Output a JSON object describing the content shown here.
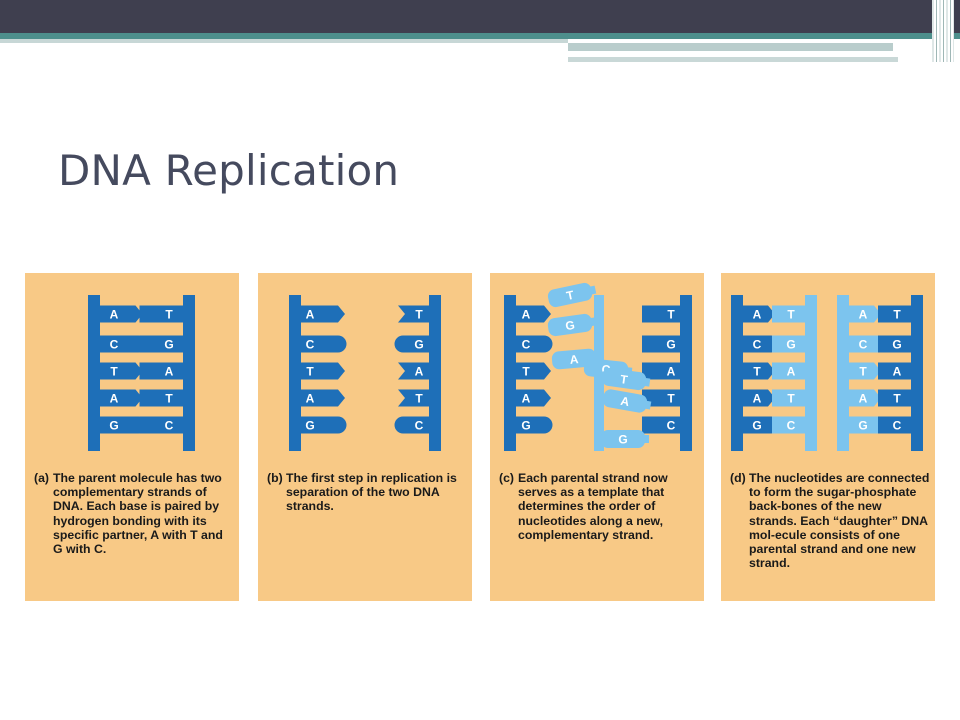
{
  "slide": {
    "title": "DNA Replication"
  },
  "panels": [
    {
      "tag": "(a)",
      "caption": "The parent molecule has two complementary strands of DNA. Each base is paired by hydrogen bonding with its specific partner, A with T and G with C.",
      "left_bases": [
        "A",
        "C",
        "T",
        "A",
        "G"
      ],
      "right_bases": [
        "T",
        "G",
        "A",
        "T",
        "C"
      ]
    },
    {
      "tag": "(b)",
      "caption": "The first step in replication is separation of the two DNA strands.",
      "left_bases": [
        "A",
        "C",
        "T",
        "A",
        "G"
      ],
      "right_bases": [
        "T",
        "G",
        "A",
        "T",
        "C"
      ]
    },
    {
      "tag": "(c)",
      "caption": "Each parental strand now serves as a template that determines the order of nucleotides along a new, complementary strand.",
      "left_bases": [
        "A",
        "C",
        "T",
        "A",
        "G"
      ],
      "right_bases": [
        "T",
        "G",
        "A",
        "T",
        "C"
      ],
      "free_nucleotides": [
        "T",
        "G",
        "A",
        "C",
        "T",
        "A",
        "G"
      ]
    },
    {
      "tag": "(d)",
      "caption": "The nucleotides are connected to form the sugar-phosphate back-bones of the new strands. Each “daughter” DNA mol-ecule consists of one parental strand and one new strand.",
      "left_molecule": {
        "parental": [
          "A",
          "C",
          "T",
          "A",
          "G"
        ],
        "new": [
          "T",
          "G",
          "A",
          "T",
          "C"
        ]
      },
      "right_molecule": {
        "new": [
          "A",
          "C",
          "T",
          "A",
          "G"
        ],
        "parental": [
          "T",
          "G",
          "A",
          "T",
          "C"
        ]
      }
    }
  ],
  "colors": {
    "parental_strand": "#1e6fb8",
    "new_strand": "#7cc4ee",
    "panel_background": "#f8c986"
  }
}
